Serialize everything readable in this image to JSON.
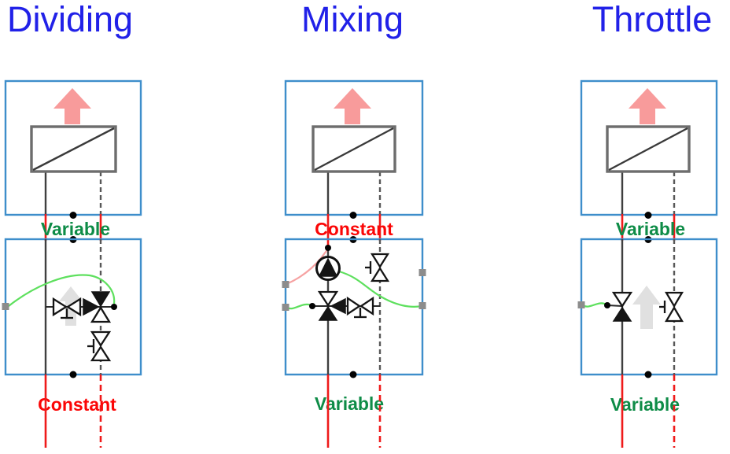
{
  "panels": [
    {
      "title": "Dividing",
      "label_between": {
        "text": "Variable",
        "color": "#0e8c47"
      },
      "label_below": {
        "text": "Constant",
        "color": "#fb0606"
      },
      "icons": [
        "heat-exchanger",
        "heat-flow-arrow",
        "balancing-valve",
        "three-way-valve",
        "flow-direction-arrow",
        "control-signal-wire",
        "port-square",
        "port-dot"
      ]
    },
    {
      "title": "Mixing",
      "label_between": {
        "text": "Constant",
        "color": "#fb0606"
      },
      "label_below": {
        "text": "Variable",
        "color": "#0e8c47"
      },
      "icons": [
        "heat-exchanger",
        "heat-flow-arrow",
        "pump",
        "three-way-valve",
        "balancing-valve",
        "control-signal-wire",
        "port-square",
        "port-dot"
      ]
    },
    {
      "title": "Throttle",
      "label_between": {
        "text": "Variable",
        "color": "#0e8c47"
      },
      "label_below": {
        "text": "Variable",
        "color": "#0e8c47"
      },
      "icons": [
        "heat-exchanger",
        "heat-flow-arrow",
        "two-way-valve",
        "balancing-valve",
        "flow-direction-arrow",
        "control-signal-wire",
        "port-square",
        "port-dot"
      ]
    }
  ],
  "colors": {
    "title_blue": "#2121e8",
    "label_green": "#0e8c47",
    "label_red": "#fb0606",
    "box_border_blue": "#3e8ecb",
    "pipe_dark": "#3f3f3f",
    "pipe_red": "#ef1a1a",
    "signal_wire_green": "#5ee05e",
    "signal_wire_pink": "#f6a2a2",
    "heat_arrow_pink": "#f89b9b",
    "flow_arrow_gray": "#e0e0e0",
    "port_square_gray": "#8c8c8c"
  }
}
